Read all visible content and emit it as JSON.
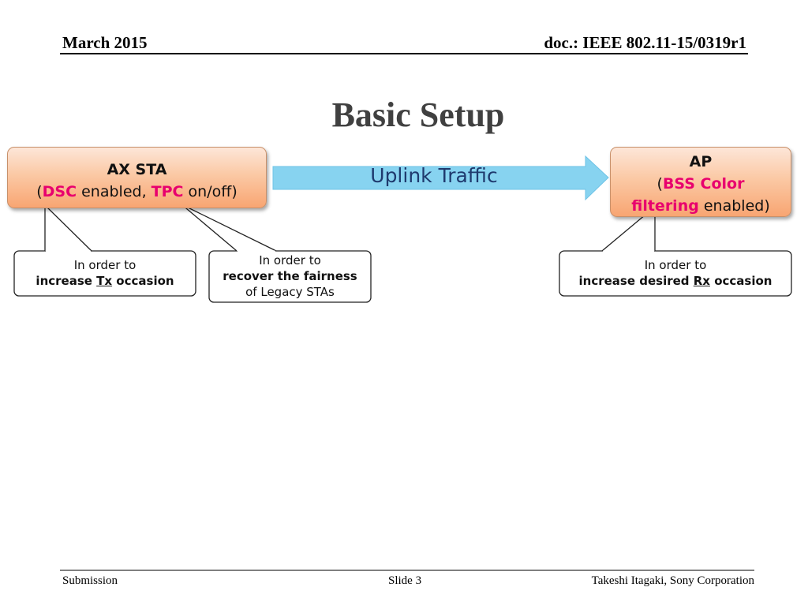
{
  "header": {
    "date": "March 2015",
    "doc": "doc.: IEEE 802.11-15/0319r1"
  },
  "title": "Basic Setup",
  "sta": {
    "name": "AX STA",
    "open": "(",
    "dsc": "DSC",
    "mid": " enabled, ",
    "tpc": "TPC",
    "end": " on/off)"
  },
  "ap": {
    "name": "AP",
    "open": "(",
    "feature_line1": "BSS Color",
    "feature_line2": "filtering",
    "end": " enabled)"
  },
  "arrow": {
    "label": "Uplink Traffic",
    "color": "#87d3f0"
  },
  "callouts": {
    "c1": {
      "line1": "In order to",
      "pre": "increase ",
      "ul": "Tx",
      "post": " occasion"
    },
    "c2": {
      "line1": "In order to",
      "line2": "recover the fairness",
      "line3": "of Legacy STAs"
    },
    "c3": {
      "line1": "In order to",
      "pre": "increase desired ",
      "ul": "Rx",
      "post": " occasion"
    }
  },
  "footer": {
    "left": "Submission",
    "center": "Slide 3",
    "right": "Takeshi Itagaki, Sony Corporation"
  }
}
